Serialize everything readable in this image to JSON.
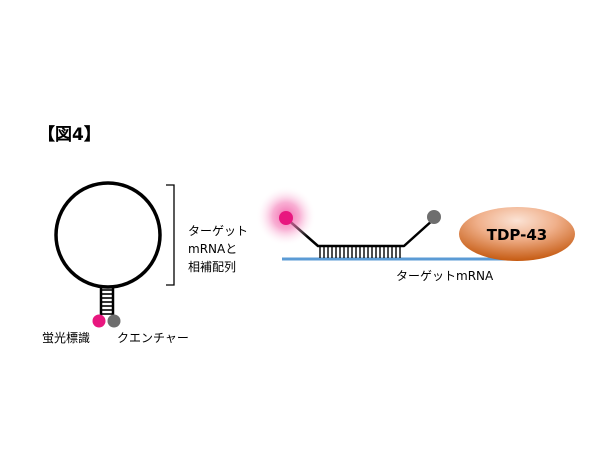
{
  "figure": {
    "title": "【図4】"
  },
  "hairpin_probe": {
    "bracket_label_lines": [
      "ターゲット",
      "mRNAと",
      "相補配列"
    ],
    "fluorophore_label": "蛍光標識",
    "quencher_label": "クエンチャー"
  },
  "bound_probe": {
    "target_label": "ターゲットmRNA",
    "protein_label": "TDP-43"
  },
  "colors": {
    "fluorophore": "#e8177f",
    "glow": "#f25ea8",
    "quencher": "#6e6e6e",
    "mrna_line": "#5b9bd5",
    "protein_fill": "#c55a11",
    "protein_highlight": "#f4c0a4",
    "outline": "#000000"
  }
}
